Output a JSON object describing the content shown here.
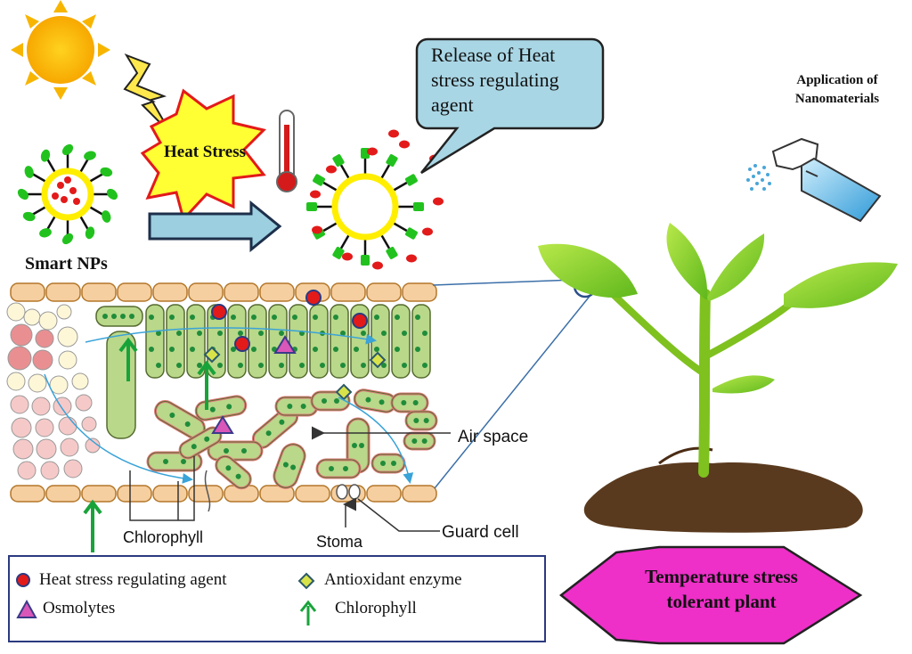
{
  "labels": {
    "bubble": "Release of Heat stress regulating agent",
    "application": "Application of Nanomaterials",
    "heat_stress": "Heat Stress",
    "smart_nps": "Smart NPs",
    "air_space": "Air space",
    "guard_cell": "Guard cell",
    "chlorophyll": "Chlorophyll",
    "stoma": "Stoma",
    "tolerant": "Temperature stress tolerant plant"
  },
  "legend": [
    {
      "symbol": "red-circle",
      "label": "Heat stress regulating agent"
    },
    {
      "symbol": "yellow-diamond",
      "label": "Antioxidant enzyme"
    },
    {
      "symbol": "pink-triangle",
      "label": "Osmolytes"
    },
    {
      "symbol": "green-arrow",
      "label": "Chlorophyll"
    }
  ],
  "colors": {
    "sun": "#f7b500",
    "np_ring": "#ffee00",
    "np_green": "#22c21e",
    "agent_red": "#e31a1a",
    "arrow_fill": "#9ccfe0",
    "bubble_fill": "#a9d6e5",
    "cell_green": "#b9d88a",
    "epidermis": "#f6cfa0",
    "leaf_green": "#8fd12a",
    "soil": "#5a3a1e",
    "hexagon": "#ee2fc8",
    "legend_border": "#2b3a80"
  }
}
